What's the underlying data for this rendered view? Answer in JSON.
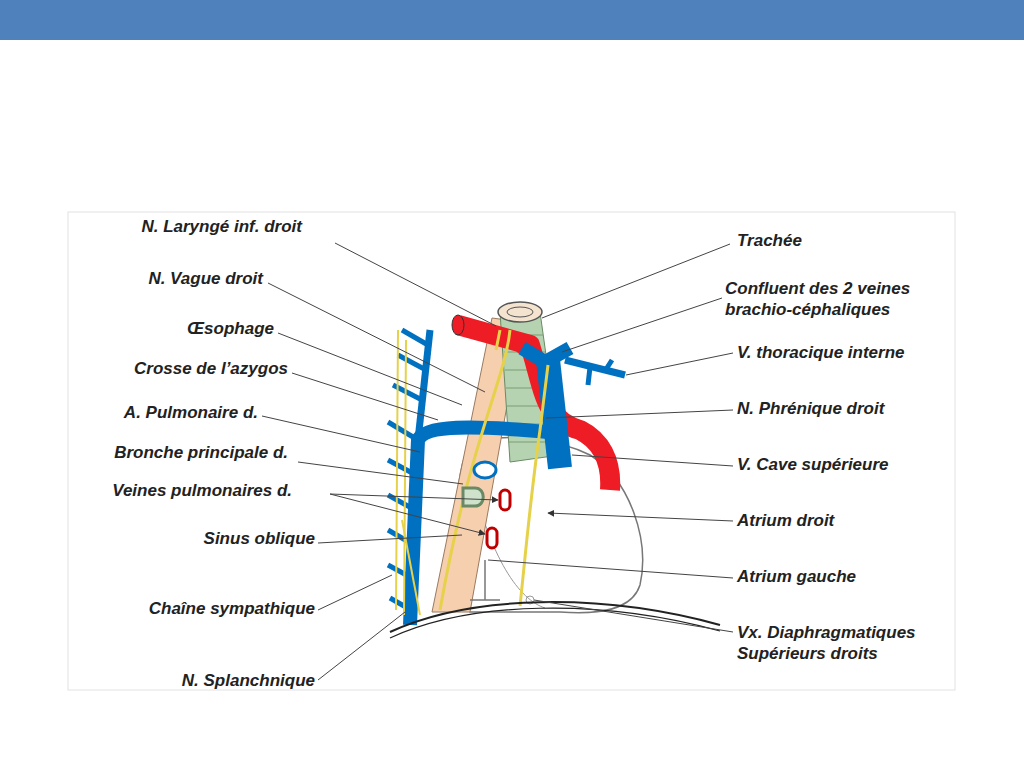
{
  "diagram": {
    "labels": [
      "N. Laryngé inf. droit",
      "N. Vague droit",
      "Œsophage",
      "Crosse de l’azygos",
      "A. Pulmonaire d.",
      "Bronche principale d.",
      "Veines pulmonaires d.",
      "Sinus oblique",
      "Chaîne sympathique",
      "N. Splanchnique",
      "Trachée",
      "Confluent des 2 veines brachio-céphaliques",
      "V. thoracique interne",
      "N. Phrénique droit",
      "V. Cave supérieure",
      "Atrium droit",
      "Atrium gauche",
      "Vx. Diaphragmatiques Supérieurs droits"
    ]
  }
}
